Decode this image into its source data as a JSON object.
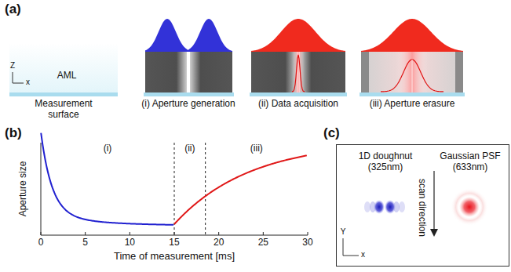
{
  "diagram": {
    "nodes": [
      {
        "text": [
          "1D doughnut (325nm)",
          "Gaussian PSF (633nm)",
          "scan direction"
        ]
      }
    ],
    "labels": [
      "(a)",
      "AML",
      "Z",
      "x",
      "Measurement surface",
      "(i) Aperture generation",
      "(ii) Data acquisition",
      "(iii) Aperture erasure",
      "(b)",
      "(i)",
      "(ii)",
      "(iii)",
      "Aperture size",
      "0",
      "5",
      "10",
      "15",
      "20",
      "25",
      "30",
      "Time of measurement [ms]",
      "(c)",
      "Y",
      "x"
    ]
  }
}
